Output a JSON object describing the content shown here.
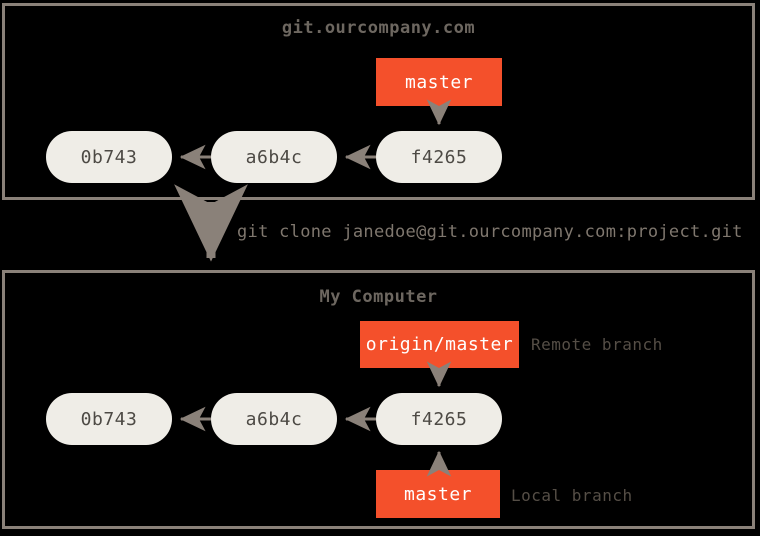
{
  "figure": {
    "kind": "git-clone-diagram",
    "colors": {
      "background": "#000000",
      "panel_border": "#8a8179",
      "commit_fill": "#efede7",
      "commit_text": "#4d4a45",
      "branch_fill": "#f4502b",
      "branch_text": "#ffffff",
      "title_text": "#6d6760",
      "annotation_text": "#554e46",
      "arrow": "#8a8179"
    }
  },
  "remote_panel": {
    "title": "git.ourcompany.com",
    "commits": [
      {
        "label": "0b743"
      },
      {
        "label": "a6b4c"
      },
      {
        "label": "f4265"
      }
    ],
    "branches": [
      {
        "label": "master",
        "points_to": "f4265"
      }
    ]
  },
  "transition": {
    "command": "git clone janedoe@git.ourcompany.com:project.git"
  },
  "local_panel": {
    "title": "My Computer",
    "commits": [
      {
        "label": "0b743"
      },
      {
        "label": "a6b4c"
      },
      {
        "label": "f4265"
      }
    ],
    "branches": [
      {
        "label": "origin/master",
        "points_to": "f4265",
        "annotation": "Remote branch"
      },
      {
        "label": "master",
        "points_to": "f4265",
        "annotation": "Local branch"
      }
    ],
    "annotations": {
      "remote_branch": "Remote branch",
      "local_branch": "Local branch"
    }
  }
}
